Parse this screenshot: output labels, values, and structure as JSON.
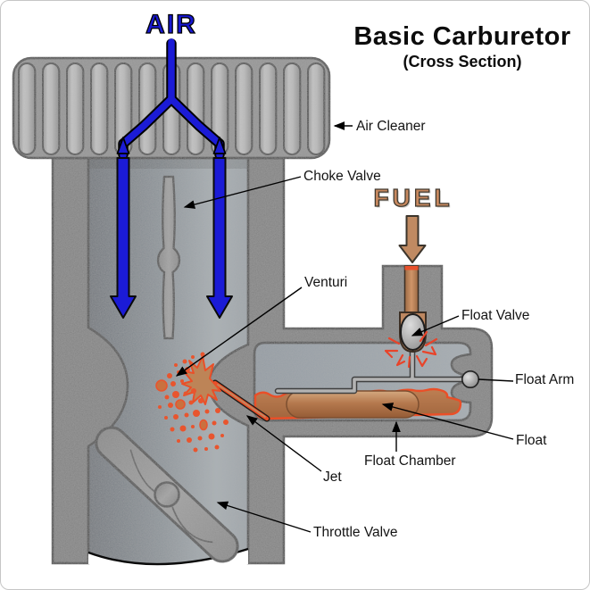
{
  "title": {
    "text": "Basic Carburetor",
    "subtitle": "(Cross Section)"
  },
  "flow_labels": {
    "air": "AIR",
    "fuel": "FUEL"
  },
  "part_labels": {
    "air_cleaner": "Air Cleaner",
    "choke_valve": "Choke Valve",
    "venturi": "Venturi",
    "float_valve": "Float Valve",
    "float_arm": "Float Arm",
    "float": "Float",
    "float_chamber": "Float Chamber",
    "jet": "Jet",
    "throttle_valve": "Throttle Valve"
  },
  "colors": {
    "air_flow": "#1b1bd6",
    "fuel_text": "#c8895f",
    "fuel_liquid": "#b5794e",
    "fuel_outline": "#ea4f28",
    "metal_wall": "#767676",
    "air_cleaner_body": "#8d8d8d",
    "bore_interior": "#8f989e",
    "label_text": "#131313"
  }
}
